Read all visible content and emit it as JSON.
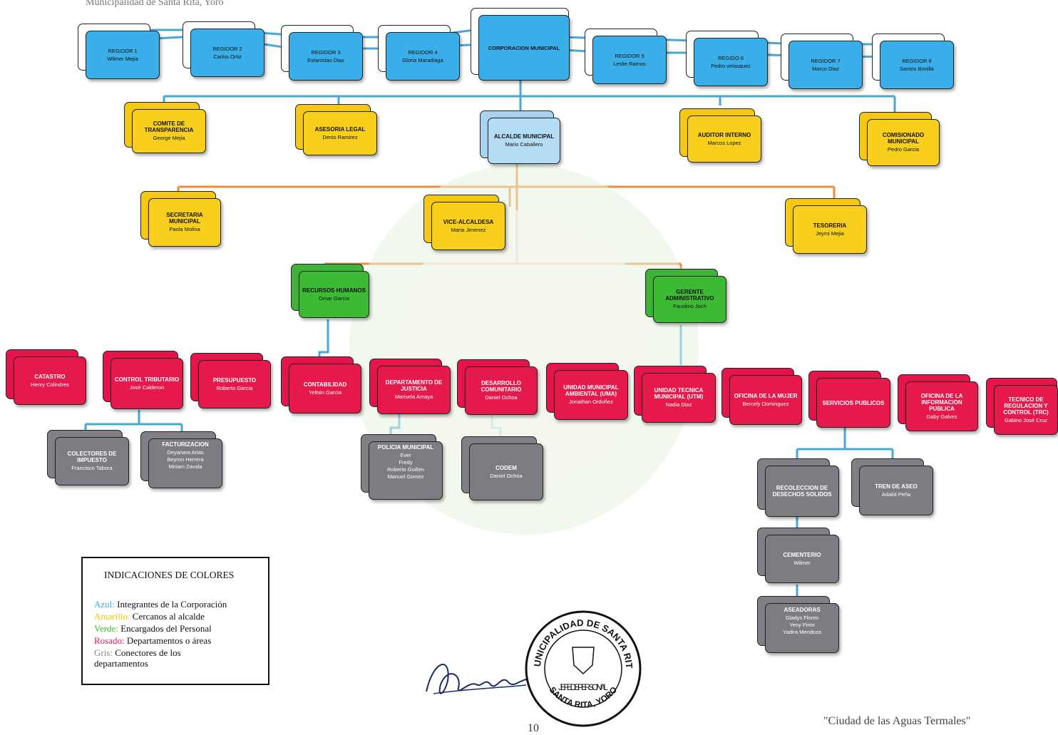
{
  "header_text": "Municipalidad de Santa Rita, Yoro",
  "footer_text": "\"Ciudad de las Aguas Termales\"",
  "page_number": "10",
  "colors": {
    "azul": "#3aaee8",
    "amarillo": "#f7cf1c",
    "verde": "#3dba34",
    "rosado": "#e6194c",
    "gris": "#7c7c82",
    "conn_blue": "#49a6d8",
    "conn_orange": "#f08a3c"
  },
  "nodes": {
    "corporacion": {
      "title": "CORPORACION MUNICIPAL",
      "names": []
    },
    "regidor1": {
      "title": "REGIDOR 1",
      "names": [
        "Wilmer Mejia"
      ]
    },
    "regidor2": {
      "title": "REGIDOR 2",
      "names": [
        "Carlos Ortiz"
      ]
    },
    "regidor3": {
      "title": "REGIDOR 3",
      "names": [
        "Estanislao Diaz"
      ]
    },
    "regidor4": {
      "title": "REGIDOR 4",
      "names": [
        "Gloria Maradiaga"
      ]
    },
    "regidor5": {
      "title": "REGIDOR 5",
      "names": [
        "Leslie Ramos"
      ]
    },
    "regidor6": {
      "title": "REGIDO 6",
      "names": [
        "Pedro velasquez"
      ]
    },
    "regidor7": {
      "title": "REGIDOR 7",
      "names": [
        "Marco Diaz"
      ]
    },
    "regidor8": {
      "title": "REGIDOR 8",
      "names": [
        "Santos Bonilla"
      ]
    },
    "comite": {
      "title": "COMITE DE TRANSPARENCIA",
      "names": [
        "George Mejia"
      ]
    },
    "asesoria": {
      "title": "ASESORIA LEGAL",
      "names": [
        "Denis Ramirez"
      ]
    },
    "alcalde": {
      "title": "ALCALDE MUNICIPAL",
      "names": [
        "Mario Caballero"
      ]
    },
    "auditor": {
      "title": "AUDITOR INTERNO",
      "names": [
        "Marcos Lopez"
      ]
    },
    "comisionado": {
      "title": "COMISIONADO MUNICIPAL",
      "names": [
        "Pedro Garcia"
      ]
    },
    "secretaria": {
      "title": "SECRETARIA MUNICIPAL",
      "names": [
        "Paola Molina"
      ]
    },
    "vicealcaldesa": {
      "title": "VICE-ALCALDESA",
      "names": [
        "Maria Jimenez"
      ]
    },
    "tesoreria": {
      "title": "TESORERIA",
      "names": [
        "Jeymi Mejia"
      ]
    },
    "rrhh": {
      "title": "RECURSOS HUMANOS",
      "names": [
        "Omar Garcia"
      ]
    },
    "gerente": {
      "title": "GERENTE ADMINISTRATIVO",
      "names": [
        "Faustino Joch"
      ]
    },
    "catastro": {
      "title": "CATASTRO",
      "names": [
        "Henry Colindres"
      ]
    },
    "control_tributario": {
      "title": "CONTROL TRIBUTARIO",
      "names": [
        "José Calderon"
      ]
    },
    "presupuesto": {
      "title": "PRESUPUESTO",
      "names": [
        "Roberto Garcia"
      ]
    },
    "contabilidad": {
      "title": "CONTABILIDAD",
      "names": [
        "Yeltsin Garcia"
      ]
    },
    "justicia": {
      "title": "DEPARTAMENTO DE JUSTICIA",
      "names": [
        "Marisela Amaya"
      ]
    },
    "desarrollo": {
      "title": "DESARROLLO COMUNITARIO",
      "names": [
        "Daniel Ochoa"
      ]
    },
    "uma": {
      "title": "UNIDAD MUNICIPAL AMBIENTAL (UMA)",
      "names": [
        "Jonathan Ordoñez"
      ]
    },
    "utm": {
      "title": "UNIDAD TECNICA MUNICIPAL (UTM)",
      "names": [
        "Nadia Diaz"
      ]
    },
    "mujer": {
      "title": "OFICINA DE LA MUJER",
      "names": [
        "Bercely Dominguez"
      ]
    },
    "servicios": {
      "title": "SERVICIOS PUBLICOS",
      "names": []
    },
    "informacion": {
      "title": "OFICINA DE LA INFORMACION PUBLICA",
      "names": [
        "Gaby Galvez"
      ]
    },
    "regulacion": {
      "title": "TECNICO DE REGULACION Y CONTROL (TRC)",
      "names": [
        "Gabino José Cruz"
      ]
    },
    "colectores": {
      "title": "COLECTORES DE IMPUESTO",
      "names": [
        "Francisco Tabora"
      ]
    },
    "facturacion": {
      "title": "FACTURIZACION",
      "names": [
        "Deyanara Arias",
        "Beyron Herrera",
        "Miriam Zavala"
      ]
    },
    "policia": {
      "title": "POLICIA MUNICIPAL",
      "names": [
        "Ever",
        "Fredy",
        "Roberto Guillen",
        "Manuel Gomez"
      ]
    },
    "codem": {
      "title": "CODEM",
      "names": [
        "Daniel Ochoa"
      ]
    },
    "recoleccion": {
      "title": "RECOLECCION DE DESECHOS SOLIDOS",
      "names": []
    },
    "tren_aseo": {
      "title": "TREN DE ASEO",
      "names": [
        "Adalid Peña"
      ]
    },
    "cementerio": {
      "title": "CEMENTERIO",
      "names": [
        "Wilmer"
      ]
    },
    "aseadoras": {
      "title": "ASEADORAS",
      "names": [
        "Gladys Flores",
        "Yeny Pinto",
        "Yadira Mendoza"
      ]
    }
  },
  "legend": {
    "title": "INDICACIONES DE COLORES",
    "items": [
      {
        "key": "Azul:",
        "text": "Integrantes de la Corporación",
        "color": "#3aaee8"
      },
      {
        "key": "Amarillo:",
        "text": "Cercanos al alcalde",
        "color": "#f7cf1c"
      },
      {
        "key": "Verde:",
        "text": "Encargados  del Personal",
        "color": "#3dba34"
      },
      {
        "key": "Rosado:",
        "text": "Departamentos o áreas",
        "color": "#e6194c"
      },
      {
        "key": "Gris:",
        "text": "Conectores de los departamentos",
        "color": "#8a8a90"
      }
    ]
  },
  "seal": {
    "top": "MUNICIPALIDAD DE SANTA RITA",
    "center": "JEFE DE PERSONAL",
    "bottom": "SANTA RITA, YORO"
  }
}
